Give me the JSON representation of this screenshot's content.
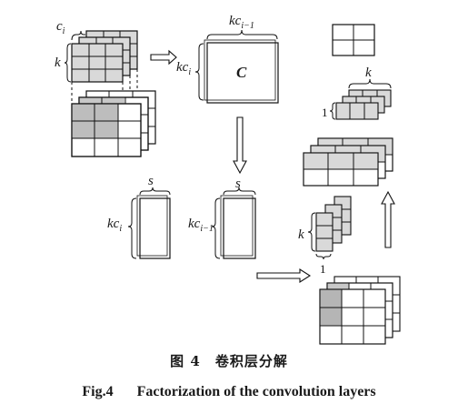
{
  "diagram": {
    "labels": {
      "c": "c",
      "c_sub": "i",
      "k": "k",
      "kc_top": "kc",
      "kc_top_sub": "i−1",
      "kc_left": "kc",
      "kc_left_sub": "i",
      "matrix": "C",
      "k_right": "k",
      "one_right": "1",
      "s_left": "s",
      "kc_col_left": "kc",
      "kc_col_left_sub": "i",
      "s_mid": "s",
      "kc_col_mid": "kc",
      "kc_col_mid_sub": "i−1",
      "k_lower": "k",
      "one_lower": "1"
    }
  },
  "caption": {
    "cn_number": "图 4",
    "cn_title": "卷积层分解",
    "en_number": "Fig.4",
    "en_title": "Factorization of the convolution layers"
  }
}
